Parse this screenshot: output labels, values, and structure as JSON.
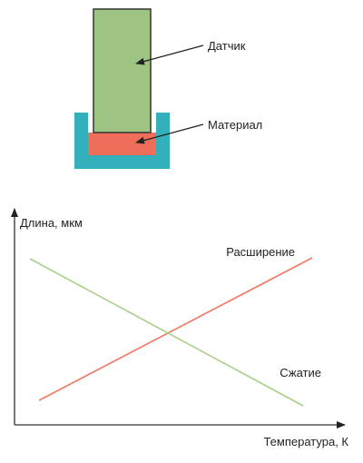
{
  "colors": {
    "sensor": "#9dc483",
    "sensor_stroke": "#333333",
    "material": "#ef6e5a",
    "cup": "#32b1bd",
    "expansion_line": "#f07864",
    "compression_line": "#a9d089",
    "axis": "#333333",
    "text": "#222222"
  },
  "setup": {
    "sensor_label": "Датчик",
    "material_label": "Материал"
  },
  "chart_data": {
    "type": "line",
    "ylabel": "Длина, мкм",
    "xlabel": "Температура, К",
    "grid": false,
    "series": [
      {
        "name": "Расширение",
        "trend": "increasing"
      },
      {
        "name": "Сжатие",
        "trend": "decreasing"
      }
    ]
  }
}
